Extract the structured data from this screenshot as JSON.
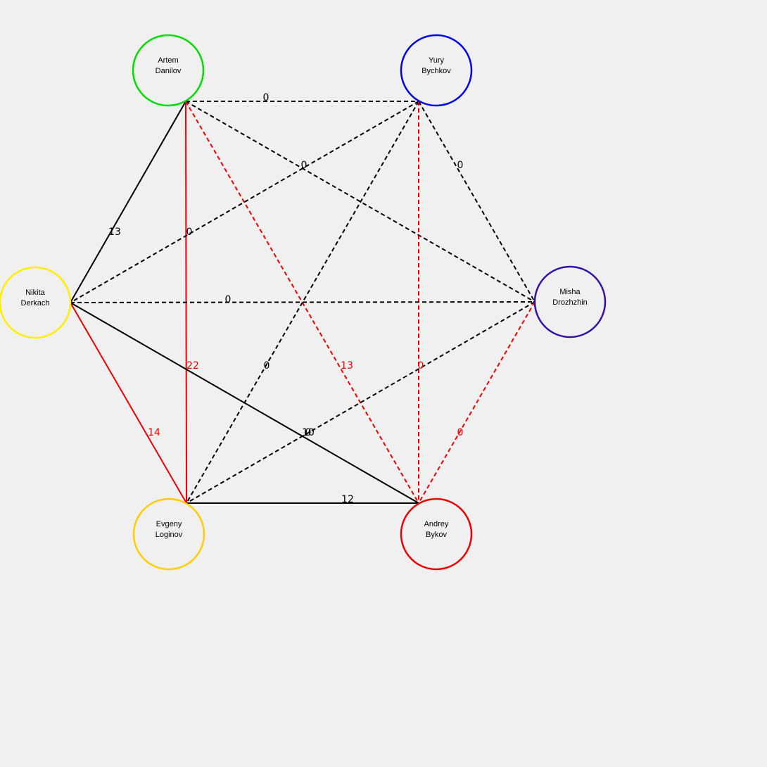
{
  "nodes": [
    {
      "id": "artem",
      "first": "Artem",
      "last": "Danilov",
      "color": "#00dd00"
    },
    {
      "id": "yury",
      "first": "Yury",
      "last": "Bychkov",
      "color": "#0000ee"
    },
    {
      "id": "nikita",
      "first": "Nikita",
      "last": "Derkach",
      "color": "#ffee00"
    },
    {
      "id": "misha",
      "first": "Misha",
      "last": "Drozhzhin",
      "color": "#3311aa"
    },
    {
      "id": "evgeny",
      "first": "Evgeny",
      "last": "Loginov",
      "color": "#ffcc00"
    },
    {
      "id": "andrey",
      "first": "Andrey",
      "last": "Bykov",
      "color": "#ee0000"
    }
  ],
  "edges": [
    {
      "from": "artem",
      "to": "yury",
      "label": "0",
      "color": "#000000",
      "dashed": true
    },
    {
      "from": "artem",
      "to": "misha",
      "label": "0",
      "color": "#000000",
      "dashed": true
    },
    {
      "from": "artem",
      "to": "nikita",
      "label": "13",
      "color": "#000000",
      "dashed": false
    },
    {
      "from": "artem",
      "to": "evgeny",
      "label": "22",
      "color": "#ee0000",
      "dashed": false
    },
    {
      "from": "artem",
      "to": "andrey",
      "label": "13",
      "color": "#ee0000",
      "dashed": true
    },
    {
      "from": "yury",
      "to": "misha",
      "label": "0",
      "color": "#000000",
      "dashed": true
    },
    {
      "from": "yury",
      "to": "nikita",
      "label": "0",
      "color": "#000000",
      "dashed": true
    },
    {
      "from": "yury",
      "to": "evgeny",
      "label": "0",
      "color": "#000000",
      "dashed": true
    },
    {
      "from": "yury",
      "to": "andrey",
      "label": "0",
      "color": "#ee0000",
      "dashed": true
    },
    {
      "from": "nikita",
      "to": "misha",
      "label": "0",
      "color": "#000000",
      "dashed": true
    },
    {
      "from": "nikita",
      "to": "evgeny",
      "label": "14",
      "color": "#ee0000",
      "dashed": false
    },
    {
      "from": "nikita",
      "to": "andrey",
      "label": "10",
      "color": "#000000",
      "dashed": false
    },
    {
      "from": "misha",
      "to": "evgeny",
      "label": "0",
      "color": "#000000",
      "dashed": true
    },
    {
      "from": "misha",
      "to": "andrey",
      "label": "0",
      "color": "#ee0000",
      "dashed": true
    },
    {
      "from": "evgeny",
      "to": "andrey",
      "label": "12",
      "color": "#000000",
      "dashed": false
    }
  ]
}
